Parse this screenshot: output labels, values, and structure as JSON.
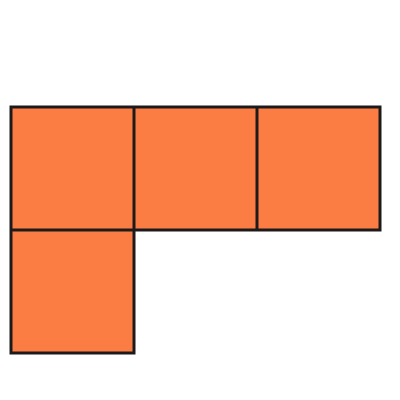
{
  "shape": {
    "name": "l-tetromino",
    "fill_color": "#fc7d44",
    "stroke_color": "#1e1a1a",
    "cells": [
      {
        "row": 0,
        "col": 0
      },
      {
        "row": 0,
        "col": 1
      },
      {
        "row": 0,
        "col": 2
      },
      {
        "row": 1,
        "col": 0
      }
    ]
  }
}
